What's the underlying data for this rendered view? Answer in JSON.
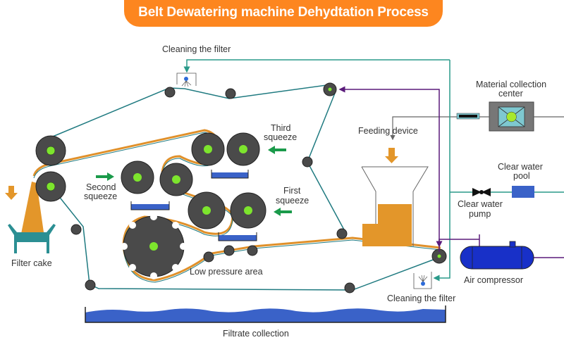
{
  "title": "Belt Dewatering machine Dehydtation Process",
  "labels": {
    "cleaning_filter_top": "Cleaning the filter",
    "cleaning_filter_bottom": "Cleaning the filter",
    "third_squeeze_1": "Third",
    "third_squeeze_2": "squeeze",
    "second_squeeze_1": "Second",
    "second_squeeze_2": "squeeze",
    "first_squeeze_1": "First",
    "first_squeeze_2": "squeeze",
    "low_pressure": "Low pressure area",
    "filter_cake": "Filter cake",
    "filtrate_collection": "Filtrate collection",
    "feeding_device": "Feeding device",
    "material_collection_1": "Material collection",
    "material_collection_2": "center",
    "clear_water_pool_1": "Clear water",
    "clear_water_pool_2": "pool",
    "clear_water_pump_1": "Clear water",
    "clear_water_pump_2": "pump",
    "air_compressor": "Air compressor"
  },
  "colors": {
    "title_bg": "#fd861f",
    "belt": "#1f7a80",
    "filter_cloth": "#e0902a",
    "roller": "#4a4a4a",
    "roller_hub": "#7de52d",
    "water": "#3a62c8",
    "air_line": "#5a1a7a",
    "water_line": "#2a9a8a",
    "arrow_green": "#1a9a4a",
    "sludge": "#e3962a",
    "tank": "#1830c8"
  }
}
